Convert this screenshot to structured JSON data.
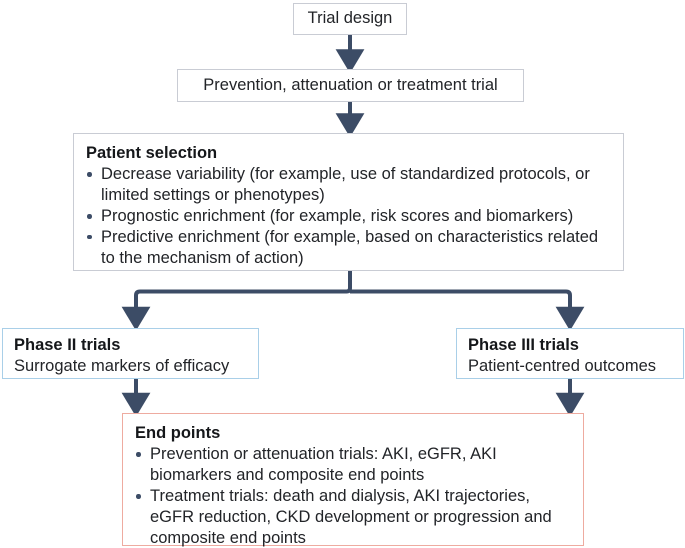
{
  "diagram": {
    "title": "Trial design flowchart",
    "accent_arrow_color": "#3c4c66",
    "border_gray": "#c9ccd4",
    "border_blue": "#a9cfe8",
    "border_pink": "#eeaba0"
  },
  "nodes": {
    "trial_design": {
      "label": "Trial design"
    },
    "prevention": {
      "label": "Prevention, attenuation or treatment trial"
    },
    "patient_selection": {
      "title": "Patient selection",
      "bullets": [
        "Decrease variability (for example, use of standardized protocols, or limited settings or phenotypes)",
        "Prognostic enrichment (for example, risk scores and biomarkers)",
        "Predictive enrichment (for example, based on characteristics related to the mechanism of action)"
      ]
    },
    "phase2": {
      "title": "Phase II trials",
      "subtitle": "Surrogate markers of efficacy"
    },
    "phase3": {
      "title": "Phase III trials",
      "subtitle": "Patient-centred outcomes"
    },
    "endpoints": {
      "title": "End points",
      "bullets": [
        "Prevention or attenuation trials: AKI, eGFR, AKI biomarkers and composite end points",
        "Treatment trials: death and dialysis, AKI trajectories, eGFR reduction, CKD development or progression and composite end points"
      ]
    }
  },
  "connectors": [
    {
      "name": "trial-design-to-prevention",
      "from": "trial_design",
      "to": "prevention"
    },
    {
      "name": "prevention-to-patient-selection",
      "from": "prevention",
      "to": "patient_selection"
    },
    {
      "name": "patient-selection-to-phase2",
      "from": "patient_selection",
      "to": "phase2"
    },
    {
      "name": "patient-selection-to-phase3",
      "from": "patient_selection",
      "to": "phase3"
    },
    {
      "name": "phase2-to-endpoints",
      "from": "phase2",
      "to": "endpoints"
    },
    {
      "name": "phase3-to-endpoints",
      "from": "phase3",
      "to": "endpoints"
    }
  ]
}
